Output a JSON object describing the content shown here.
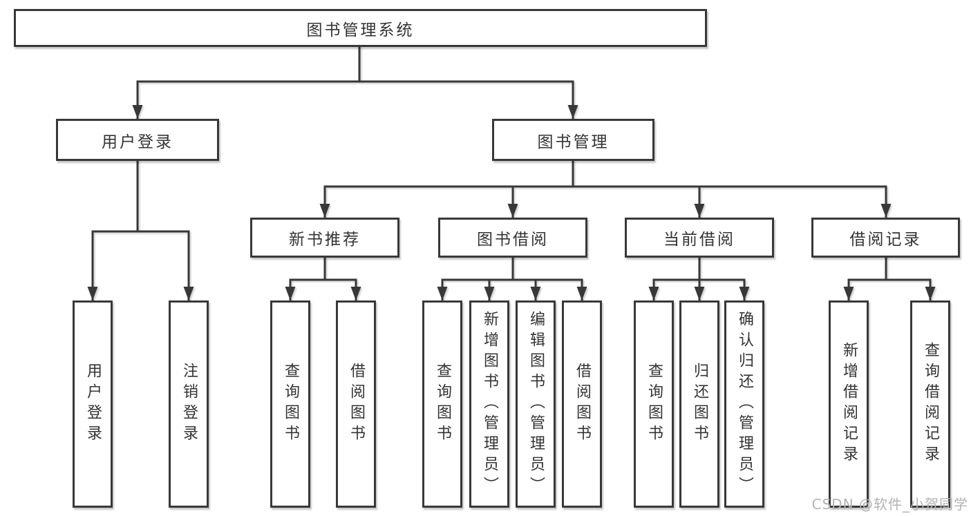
{
  "diagram": {
    "title_node": {
      "label": "图书管理系统"
    },
    "level2": [
      {
        "id": "user-login-module",
        "label": "用户登录"
      },
      {
        "id": "book-management-module",
        "label": "图书管理"
      }
    ],
    "level3": [
      {
        "id": "new-book-recommend",
        "label": "新书推荐"
      },
      {
        "id": "book-borrowing",
        "label": "图书借阅"
      },
      {
        "id": "current-borrowing",
        "label": "当前借阅"
      },
      {
        "id": "borrowing-records",
        "label": "借阅记录"
      }
    ],
    "leaves": [
      {
        "id": "user-login",
        "label": "用户登录"
      },
      {
        "id": "logout",
        "label": "注销登录"
      },
      {
        "id": "query-books-1",
        "label": "查询图书"
      },
      {
        "id": "borrow-books-1",
        "label": "借阅图书"
      },
      {
        "id": "query-books-2",
        "label": "查询图书"
      },
      {
        "id": "add-books-admin",
        "label": "新增图书（管理员）"
      },
      {
        "id": "edit-books-admin",
        "label": "编辑图书（管理员）"
      },
      {
        "id": "borrow-books-2",
        "label": "借阅图书"
      },
      {
        "id": "query-books-3",
        "label": "查询图书"
      },
      {
        "id": "return-books",
        "label": "归还图书"
      },
      {
        "id": "confirm-return-admin",
        "label": "确认归还（管理员）"
      },
      {
        "id": "add-borrow-record",
        "label": "新增借阅记录"
      },
      {
        "id": "query-borrow-record",
        "label": "查询借阅记录"
      }
    ]
  },
  "colors": {
    "line": "#383838",
    "text": "#333333",
    "watermark": "#b3b3b3",
    "background": "#ffffff"
  },
  "watermark": {
    "text": "CSDN @软件_小贺同学"
  }
}
